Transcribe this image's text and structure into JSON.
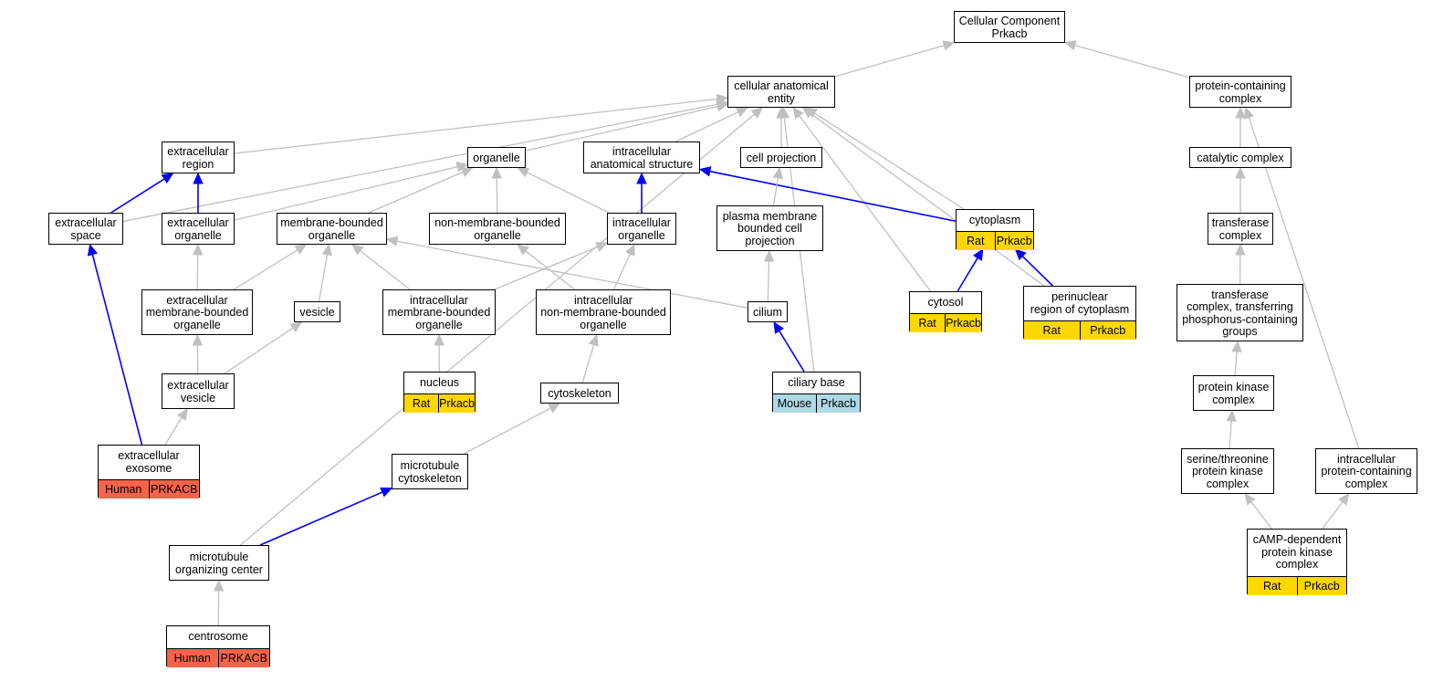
{
  "nodes": [
    {
      "id": "root",
      "label": "Cellular Component\nPrkacb"
    },
    {
      "id": "cae",
      "label": "cellular anatomical\nentity"
    },
    {
      "id": "pcc",
      "label": "protein-containing\ncomplex"
    },
    {
      "id": "exreg",
      "label": "extracellular\nregion"
    },
    {
      "id": "organelle",
      "label": "organelle"
    },
    {
      "id": "ias",
      "label": "intracellular\nanatomical structure"
    },
    {
      "id": "cellproj",
      "label": "cell projection"
    },
    {
      "id": "catcx",
      "label": "catalytic complex"
    },
    {
      "id": "exspace",
      "label": "extracellular\nspace"
    },
    {
      "id": "exorg",
      "label": "extracellular\norganelle"
    },
    {
      "id": "mbo",
      "label": "membrane-bounded\norganelle"
    },
    {
      "id": "nmbo",
      "label": "non-membrane-bounded\norganelle"
    },
    {
      "id": "ico",
      "label": "intracellular\norganelle"
    },
    {
      "id": "pmbcp",
      "label": "plasma membrane\nbounded cell\nprojection"
    },
    {
      "id": "cytoplasm",
      "label": "cytoplasm",
      "annotation": {
        "species": "Rat",
        "gene": "Prkacb",
        "kind": "rat"
      }
    },
    {
      "id": "transcx",
      "label": "transferase\ncomplex"
    },
    {
      "id": "exmbo",
      "label": "extracellular\nmembrane-bounded\norganelle"
    },
    {
      "id": "vesicle",
      "label": "vesicle"
    },
    {
      "id": "imbo",
      "label": "intracellular\nmembrane-bounded\norganelle"
    },
    {
      "id": "inmbo",
      "label": "intracellular\nnon-membrane-bounded\norganelle"
    },
    {
      "id": "cilium",
      "label": "cilium"
    },
    {
      "id": "cytosol",
      "label": "cytosol",
      "annotation": {
        "species": "Rat",
        "gene": "Prkacb",
        "kind": "rat"
      }
    },
    {
      "id": "perinuc",
      "label": "perinuclear\nregion of cytoplasm",
      "annotation": {
        "species": "Rat",
        "gene": "Prkacb",
        "kind": "rat"
      }
    },
    {
      "id": "tcphos",
      "label": "transferase\ncomplex, transferring\nphosphorus-containing\ngroups"
    },
    {
      "id": "exves",
      "label": "extracellular\nvesicle"
    },
    {
      "id": "nucleus",
      "label": "nucleus",
      "annotation": {
        "species": "Rat",
        "gene": "Prkacb",
        "kind": "rat"
      }
    },
    {
      "id": "cytoskel",
      "label": "cytoskeleton"
    },
    {
      "id": "cilbase",
      "label": "ciliary base",
      "annotation": {
        "species": "Mouse",
        "gene": "Prkacb",
        "kind": "mouse"
      }
    },
    {
      "id": "pkc",
      "label": "protein kinase\ncomplex"
    },
    {
      "id": "exosome",
      "label": "extracellular\nexosome",
      "annotation": {
        "species": "Human",
        "gene": "PRKACB",
        "kind": "human"
      }
    },
    {
      "id": "mtcyto",
      "label": "microtubule\ncytoskeleton"
    },
    {
      "id": "stpkc",
      "label": "serine/threonine\nprotein kinase\ncomplex"
    },
    {
      "id": "ipcc",
      "label": "intracellular\nprotein-containing\ncomplex"
    },
    {
      "id": "mtoc",
      "label": "microtubule\norganizing center"
    },
    {
      "id": "campk",
      "label": "cAMP-dependent\nprotein kinase\ncomplex",
      "annotation": {
        "species": "Rat",
        "gene": "Prkacb",
        "kind": "rat"
      }
    },
    {
      "id": "centrosome",
      "label": "centrosome",
      "annotation": {
        "species": "Human",
        "gene": "PRKACB",
        "kind": "human"
      }
    }
  ],
  "edges": [
    {
      "from": "cae",
      "to": "root",
      "type": "is_a"
    },
    {
      "from": "pcc",
      "to": "root",
      "type": "is_a"
    },
    {
      "from": "exreg",
      "to": "cae",
      "type": "is_a"
    },
    {
      "from": "organelle",
      "to": "cae",
      "type": "is_a"
    },
    {
      "from": "ias",
      "to": "cae",
      "type": "is_a"
    },
    {
      "from": "cellproj",
      "to": "cae",
      "type": "is_a"
    },
    {
      "from": "exspace",
      "to": "cae",
      "type": "is_a"
    },
    {
      "from": "cytoplasm",
      "to": "cae",
      "type": "is_a"
    },
    {
      "from": "cytosol",
      "to": "cae",
      "type": "is_a"
    },
    {
      "from": "perinuc",
      "to": "cae",
      "type": "is_a"
    },
    {
      "from": "cilbase",
      "to": "cae",
      "type": "is_a"
    },
    {
      "from": "mtoc",
      "to": "cae",
      "type": "is_a"
    },
    {
      "from": "catcx",
      "to": "pcc",
      "type": "is_a"
    },
    {
      "from": "ipcc",
      "to": "pcc",
      "type": "is_a"
    },
    {
      "from": "exspace",
      "to": "exreg",
      "type": "part_of"
    },
    {
      "from": "exorg",
      "to": "exreg",
      "type": "part_of"
    },
    {
      "from": "exorg",
      "to": "organelle",
      "type": "is_a"
    },
    {
      "from": "mbo",
      "to": "organelle",
      "type": "is_a"
    },
    {
      "from": "nmbo",
      "to": "organelle",
      "type": "is_a"
    },
    {
      "from": "ico",
      "to": "organelle",
      "type": "is_a"
    },
    {
      "from": "ico",
      "to": "ias",
      "type": "part_of"
    },
    {
      "from": "cytoplasm",
      "to": "ias",
      "type": "part_of"
    },
    {
      "from": "pmbcp",
      "to": "cellproj",
      "type": "is_a"
    },
    {
      "from": "transcx",
      "to": "catcx",
      "type": "is_a"
    },
    {
      "from": "exmbo",
      "to": "exorg",
      "type": "is_a"
    },
    {
      "from": "exmbo",
      "to": "mbo",
      "type": "is_a"
    },
    {
      "from": "vesicle",
      "to": "mbo",
      "type": "is_a"
    },
    {
      "from": "imbo",
      "to": "mbo",
      "type": "is_a"
    },
    {
      "from": "cilium",
      "to": "mbo",
      "type": "is_a"
    },
    {
      "from": "imbo",
      "to": "ico",
      "type": "is_a"
    },
    {
      "from": "inmbo",
      "to": "nmbo",
      "type": "is_a"
    },
    {
      "from": "inmbo",
      "to": "ico",
      "type": "is_a"
    },
    {
      "from": "cilium",
      "to": "pmbcp",
      "type": "is_a"
    },
    {
      "from": "cytosol",
      "to": "cytoplasm",
      "type": "part_of"
    },
    {
      "from": "perinuc",
      "to": "cytoplasm",
      "type": "part_of"
    },
    {
      "from": "tcphos",
      "to": "transcx",
      "type": "is_a"
    },
    {
      "from": "exves",
      "to": "exmbo",
      "type": "is_a"
    },
    {
      "from": "exves",
      "to": "vesicle",
      "type": "is_a"
    },
    {
      "from": "nucleus",
      "to": "imbo",
      "type": "is_a"
    },
    {
      "from": "cytoskel",
      "to": "inmbo",
      "type": "is_a"
    },
    {
      "from": "cilbase",
      "to": "cilium",
      "type": "part_of"
    },
    {
      "from": "pkc",
      "to": "tcphos",
      "type": "is_a"
    },
    {
      "from": "exosome",
      "to": "exspace",
      "type": "part_of"
    },
    {
      "from": "exosome",
      "to": "exves",
      "type": "is_a"
    },
    {
      "from": "mtcyto",
      "to": "cytoskel",
      "type": "is_a"
    },
    {
      "from": "stpkc",
      "to": "pkc",
      "type": "is_a"
    },
    {
      "from": "mtoc",
      "to": "mtcyto",
      "type": "part_of"
    },
    {
      "from": "campk",
      "to": "stpkc",
      "type": "is_a"
    },
    {
      "from": "campk",
      "to": "ipcc",
      "type": "is_a"
    },
    {
      "from": "centrosome",
      "to": "mtoc",
      "type": "is_a"
    }
  ]
}
